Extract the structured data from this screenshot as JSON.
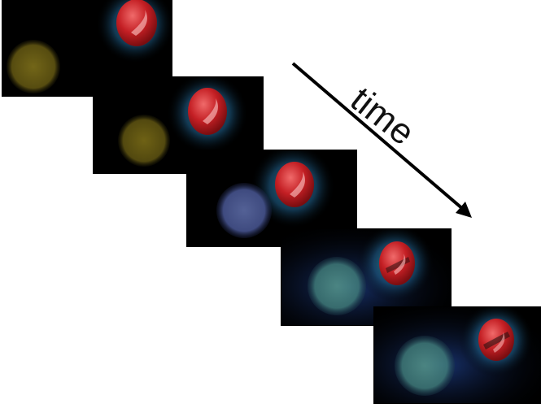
{
  "annotation": {
    "label": "time"
  },
  "frames": [
    {
      "index": 1,
      "left_circle": "yellow",
      "red_cell": "intact"
    },
    {
      "index": 2,
      "left_circle": "yellow",
      "red_cell": "intact"
    },
    {
      "index": 3,
      "left_circle": "blue",
      "red_cell": "intact"
    },
    {
      "index": 4,
      "left_circle": "green",
      "red_cell": "splitting"
    },
    {
      "index": 5,
      "left_circle": "green",
      "red_cell": "split"
    }
  ],
  "colors": {
    "frame_background": "#000000",
    "yellow_circle": "#8a7a1a",
    "blue_circle": "#5a6aa8",
    "green_circle": "#4f8f86",
    "red_cell": "#d42a2a",
    "halo": "#2d8fa0",
    "arrow": "#000000",
    "page": "#ffffff"
  }
}
